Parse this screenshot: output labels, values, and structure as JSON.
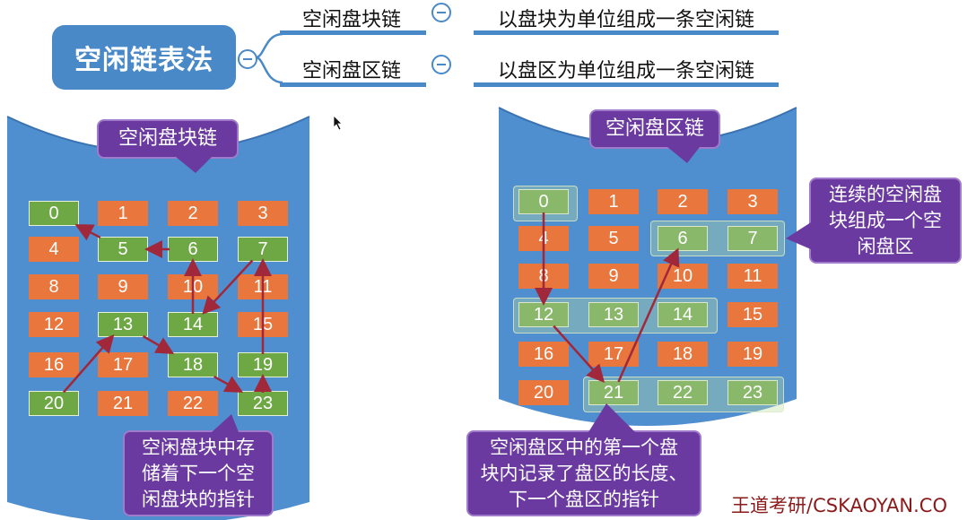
{
  "mindmap": {
    "root": "空闲链表法",
    "branches": [
      {
        "label": "空闲盘块链",
        "desc": "以盘块为单位组成一条空闲链"
      },
      {
        "label": "空闲盘区链",
        "desc": "以盘区为单位组成一条空闲链"
      }
    ]
  },
  "left_panel": {
    "title": "空闲盘块链",
    "blocks": [
      {
        "n": "0",
        "c": "g"
      },
      {
        "n": "1",
        "c": "o"
      },
      {
        "n": "2",
        "c": "o"
      },
      {
        "n": "3",
        "c": "o"
      },
      {
        "n": "4",
        "c": "o"
      },
      {
        "n": "5",
        "c": "g"
      },
      {
        "n": "6",
        "c": "g"
      },
      {
        "n": "7",
        "c": "g"
      },
      {
        "n": "8",
        "c": "o"
      },
      {
        "n": "9",
        "c": "o"
      },
      {
        "n": "10",
        "c": "o"
      },
      {
        "n": "11",
        "c": "o"
      },
      {
        "n": "12",
        "c": "o"
      },
      {
        "n": "13",
        "c": "g"
      },
      {
        "n": "14",
        "c": "g"
      },
      {
        "n": "15",
        "c": "o"
      },
      {
        "n": "16",
        "c": "o"
      },
      {
        "n": "17",
        "c": "o"
      },
      {
        "n": "18",
        "c": "g"
      },
      {
        "n": "19",
        "c": "g"
      },
      {
        "n": "20",
        "c": "g"
      },
      {
        "n": "21",
        "c": "o"
      },
      {
        "n": "22",
        "c": "o"
      },
      {
        "n": "23",
        "c": "g"
      }
    ],
    "chain": [
      20,
      13,
      18,
      23,
      19,
      7,
      14,
      6,
      5,
      0
    ],
    "note": [
      "空闲盘块中存",
      "储着下一个空",
      "闲盘块的指针"
    ]
  },
  "right_panel": {
    "title": "空闲盘区链",
    "blocks": [
      {
        "n": "0",
        "c": "g"
      },
      {
        "n": "1",
        "c": "o"
      },
      {
        "n": "2",
        "c": "o"
      },
      {
        "n": "3",
        "c": "o"
      },
      {
        "n": "4",
        "c": "o"
      },
      {
        "n": "5",
        "c": "o"
      },
      {
        "n": "6",
        "c": "g"
      },
      {
        "n": "7",
        "c": "g"
      },
      {
        "n": "8",
        "c": "o"
      },
      {
        "n": "9",
        "c": "o"
      },
      {
        "n": "10",
        "c": "o"
      },
      {
        "n": "11",
        "c": "o"
      },
      {
        "n": "12",
        "c": "g"
      },
      {
        "n": "13",
        "c": "g"
      },
      {
        "n": "14",
        "c": "g"
      },
      {
        "n": "15",
        "c": "o"
      },
      {
        "n": "16",
        "c": "o"
      },
      {
        "n": "17",
        "c": "o"
      },
      {
        "n": "18",
        "c": "o"
      },
      {
        "n": "19",
        "c": "o"
      },
      {
        "n": "20",
        "c": "o"
      },
      {
        "n": "21",
        "c": "g"
      },
      {
        "n": "22",
        "c": "g"
      },
      {
        "n": "23",
        "c": "g"
      }
    ],
    "chain": [
      0,
      12,
      21,
      6
    ],
    "side_note": [
      "连续的空闲盘",
      "块组成一个空",
      "闲盘区"
    ],
    "note": [
      "空闲盘区中的第一个盘",
      "块内记录了盘区的长度、",
      "下一个盘区的指针"
    ]
  },
  "watermark": "王道考研/CSKAOYAN.CO",
  "colors": {
    "blue": "#4a89c8",
    "orange": "#e8763d",
    "green": "#6ea845",
    "purple": "#6a3aa0",
    "arrow": "#a0283a"
  }
}
